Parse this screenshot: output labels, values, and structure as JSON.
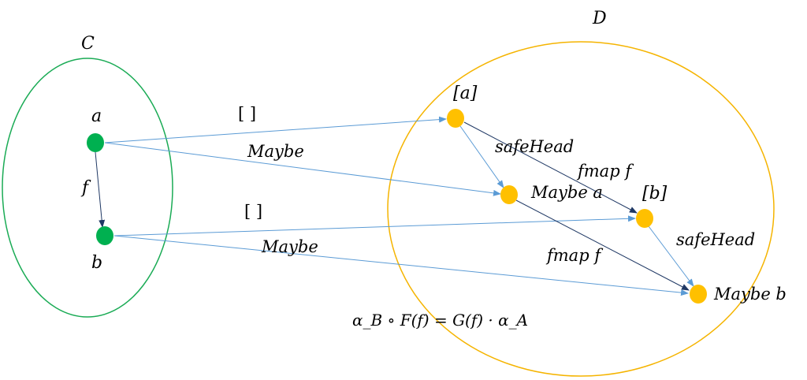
{
  "categories": {
    "c": {
      "label": "C",
      "color": "#1aab55"
    },
    "d": {
      "label": "D",
      "color": "#f5b400"
    }
  },
  "objects": {
    "a": "a",
    "b": "b",
    "list_a": "[a]",
    "maybe_a": "Maybe a",
    "list_b": "[b]",
    "maybe_b": "Maybe b"
  },
  "morphisms": {
    "f": "f",
    "list_functor_top": "[ ]",
    "maybe_functor_top": "Maybe",
    "list_functor_bottom": "[ ]",
    "maybe_functor_bottom": "Maybe",
    "safehead_a": "safeHead",
    "fmap_f_list": "fmap f",
    "fmap_f_maybe": "fmap f",
    "safehead_b": "safeHead"
  },
  "equation": "α_B ∘ F(f) = G(f) · α_A",
  "colors": {
    "node_c": "#00b050",
    "node_d": "#ffc000",
    "arrow_light": "#5b9bd5",
    "arrow_dark": "#1f3864"
  }
}
